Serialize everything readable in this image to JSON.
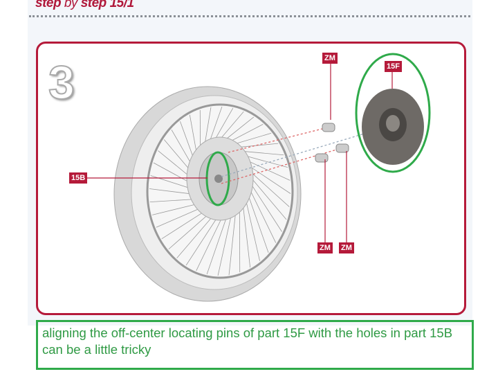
{
  "header": {
    "step": "step",
    "by": "by",
    "step2": "step",
    "issue": "15/1"
  },
  "step_number": "3",
  "labels": {
    "zm_top": "ZM",
    "part_15f": "15F",
    "part_15b": "15B",
    "zm_bottom_left": "ZM",
    "zm_bottom_right": "ZM"
  },
  "caption": "aligning the off-center locating pins of part 15F with the holes in part 15B can be a little tricky",
  "colors": {
    "accent": "#b51a3a",
    "highlight": "#2faa4a"
  }
}
